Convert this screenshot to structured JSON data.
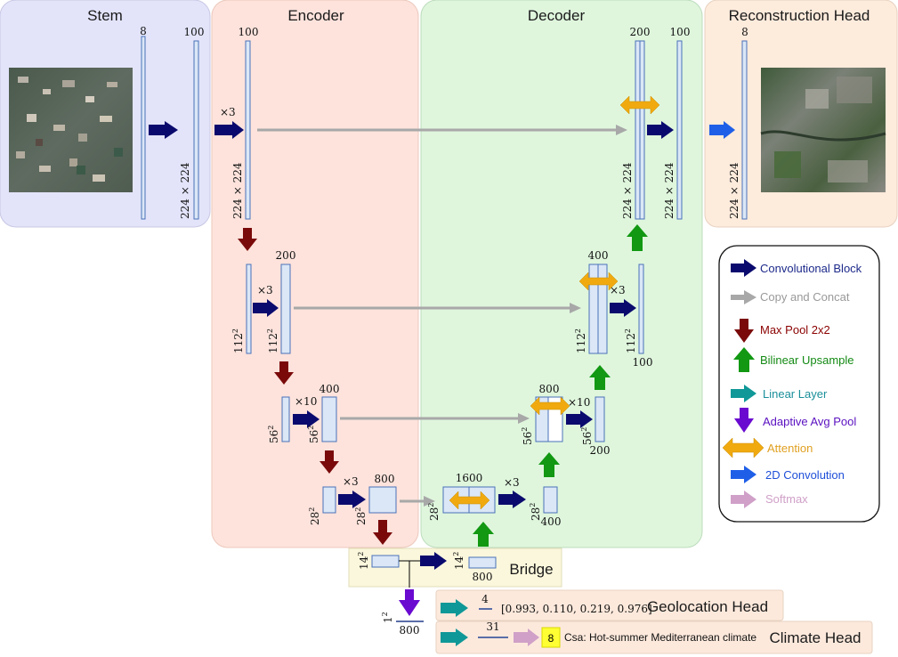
{
  "sections": {
    "stem": "Stem",
    "encoder": "Encoder",
    "decoder": "Decoder",
    "reconstruction": "Reconstruction Head",
    "bridge": "Bridge",
    "geolocation": "Geolocation Head",
    "climate": "Climate Head"
  },
  "stem": {
    "ch_a": "8",
    "ch_b": "100",
    "res": "224 × 224"
  },
  "encoder": {
    "l1": {
      "ch": "100",
      "rep": "×3",
      "res": "224 × 224"
    },
    "l2": {
      "ch": "200",
      "rep": "×3",
      "res_in": "112",
      "res_out": "112"
    },
    "l3": {
      "ch": "400",
      "rep": "×10",
      "res_in": "56",
      "res_out": "56"
    },
    "l4": {
      "ch": "800",
      "rep": "×3",
      "res_in": "28",
      "res_out": "28"
    }
  },
  "decoder": {
    "l4": {
      "ch": "1600",
      "rep": "×3",
      "res": "28",
      "ch_out": "400",
      "res_out": "28"
    },
    "l3": {
      "ch": "800",
      "rep": "×10",
      "res": "56",
      "ch_out": "200",
      "res_out": "56"
    },
    "l2": {
      "ch": "400",
      "rep": "×3",
      "res": "112",
      "ch_out": "100",
      "res_out": "112"
    },
    "l1": {
      "ch_a": "200",
      "ch_b": "100",
      "res_a": "224 × 224",
      "res_b": "224 × 224"
    }
  },
  "recon": {
    "ch": "8",
    "res": "224 × 224"
  },
  "bridge": {
    "res_in": "14",
    "res_out": "14",
    "ch": "800"
  },
  "pool": {
    "res": "1",
    "ch": "800"
  },
  "geo": {
    "ch": "4",
    "values": "[0.993, 0.110, 0.219, 0.976]"
  },
  "climate": {
    "ch": "31",
    "class_id": "8",
    "class_label": "Csa: Hot-summer Mediterranean climate"
  },
  "legend": [
    {
      "icon": "convolutional-block-icon",
      "label": "Convolutional Block",
      "color": "#0a0a6e",
      "text_color": "#1d2a8a"
    },
    {
      "icon": "copy-concat-icon",
      "label": "Copy and Concat",
      "color": "#a8a8a8",
      "text_color": "#999999"
    },
    {
      "icon": "max-pool-icon",
      "label": "Max Pool 2x2",
      "color": "#7a0a0a",
      "text_color": "#8b0000"
    },
    {
      "icon": "bilinear-upsample-icon",
      "label": "Bilinear Upsample",
      "color": "#129812",
      "text_color": "#138a13"
    },
    {
      "icon": "linear-layer-icon",
      "label": "Linear Layer",
      "color": "#109898",
      "text_color": "#1a8f9a"
    },
    {
      "icon": "adaptive-avg-pool-icon",
      "label": "Adaptive Avg Pool",
      "color": "#6a0ad0",
      "text_color": "#5a10c0"
    },
    {
      "icon": "attention-icon",
      "label": "Attention",
      "color": "#f0aa10",
      "text_color": "#e0a020"
    },
    {
      "icon": "conv2d-icon",
      "label": "2D Convolution",
      "color": "#1f5fe8",
      "text_color": "#1f4fd8"
    },
    {
      "icon": "softmax-icon",
      "label": "Softmax",
      "color": "#d0a0c8",
      "text_color": "#d0a0c8"
    }
  ],
  "colors": {
    "stem_bg": "#e3e4fa",
    "encoder_bg": "#fde3dc",
    "decoder_bg": "#dff6dd",
    "recon_bg": "#fdebdc",
    "bridge_bg": "#fbf7dc",
    "head_bg": "#fde9dc",
    "block_fill": "#dbe7f6",
    "block_stroke": "#4a72b8",
    "class_badge": "#ffff33"
  }
}
